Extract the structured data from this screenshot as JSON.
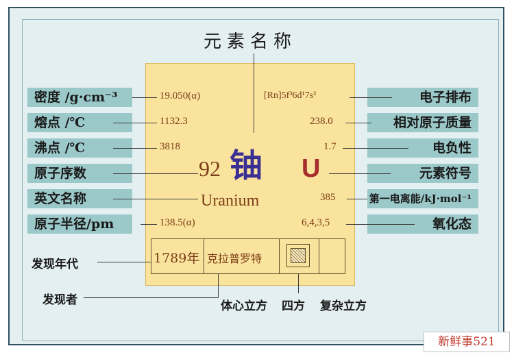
{
  "title": "元素名称",
  "element": {
    "atomic_number": "92",
    "name_cn": "铀",
    "symbol": "U",
    "name_en": "Uranium"
  },
  "left_labels": [
    {
      "label": "密度 /g·cm⁻³",
      "value": "19.050(α)"
    },
    {
      "label": "熔点 /℃",
      "value": "1132.3"
    },
    {
      "label": "沸点 /℃",
      "value": "3818"
    },
    {
      "label": "原子序数",
      "value": ""
    },
    {
      "label": "英文名称",
      "value": ""
    },
    {
      "label": "原子半径/pm",
      "value": "138.5(α)"
    }
  ],
  "right_labels": [
    {
      "label": "电子排布",
      "value": "[Rn]5f³6d¹7s²"
    },
    {
      "label": "相对原子质量",
      "value": "238.0"
    },
    {
      "label": "电负性",
      "value": "1.7"
    },
    {
      "label": "元素符号",
      "value": ""
    },
    {
      "label": "第一电离能/kJ·mol⁻¹",
      "value": "385"
    },
    {
      "label": "氧化态",
      "value": "6,4,3,5"
    }
  ],
  "discovery": {
    "year_label": "发现年代",
    "year": "1789年",
    "person_label": "发现者",
    "person": "克拉普罗特"
  },
  "crystal": {
    "body_centered": "体心立方",
    "tetragonal": "四方",
    "complex": "复杂立方"
  },
  "watermark": "新鲜事521"
}
